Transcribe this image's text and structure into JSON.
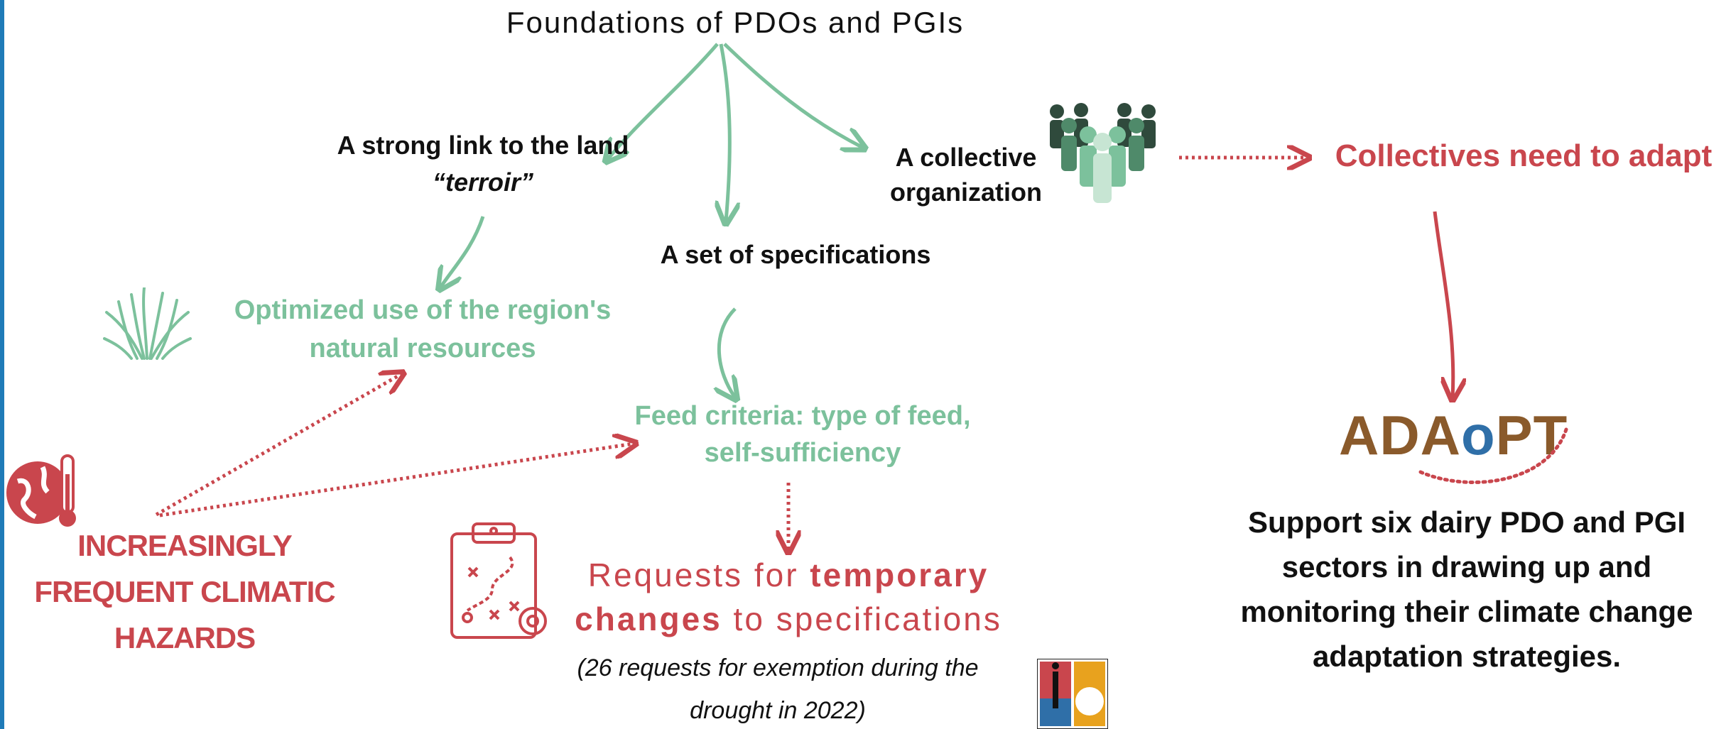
{
  "diagram": {
    "title": "Foundations of PDOs and PGIs",
    "link_to_land": "A strong link to the land",
    "terroir": "“terroir”",
    "collective_line1": "A collective",
    "collective_line2": "organization",
    "specifications": "A set of specifications",
    "optimized_line1": "Optimized use of the region's",
    "optimized_line2": "natural resources",
    "feed_line1": "Feed criteria: type of feed,",
    "feed_line2": "self-sufficiency",
    "collectives_adapt": "Collectives need to adapt",
    "hazards_line1": "INCREASINGLY",
    "hazards_line2": "FREQUENT CLIMATIC",
    "hazards_line3": "HAZARDS",
    "requests_line1_a": "Requests for ",
    "requests_line1_b": "temporary",
    "requests_line2_a": "changes",
    "requests_line2_b": " to specifications",
    "exemption_line1": "(26 requests for exemption during the",
    "exemption_line2": "drought in 2022)",
    "support_line1": "Support six dairy PDO and PGI",
    "support_line2": "sectors in drawing up and",
    "support_line3": "monitoring their climate change",
    "support_line4": "adaptation strategies.",
    "logo_part1": "ADA",
    "logo_part2": "o",
    "logo_part3": "PT"
  },
  "icons": [
    "people-group-icon",
    "grass-icon",
    "globe-thermometer-icon",
    "clipboard-plan-gear-icon",
    "inao-logo"
  ],
  "colors": {
    "green": "#7cc19c",
    "red": "#c9464d",
    "black": "#111111",
    "accent_bar": "#1f7bb8"
  }
}
